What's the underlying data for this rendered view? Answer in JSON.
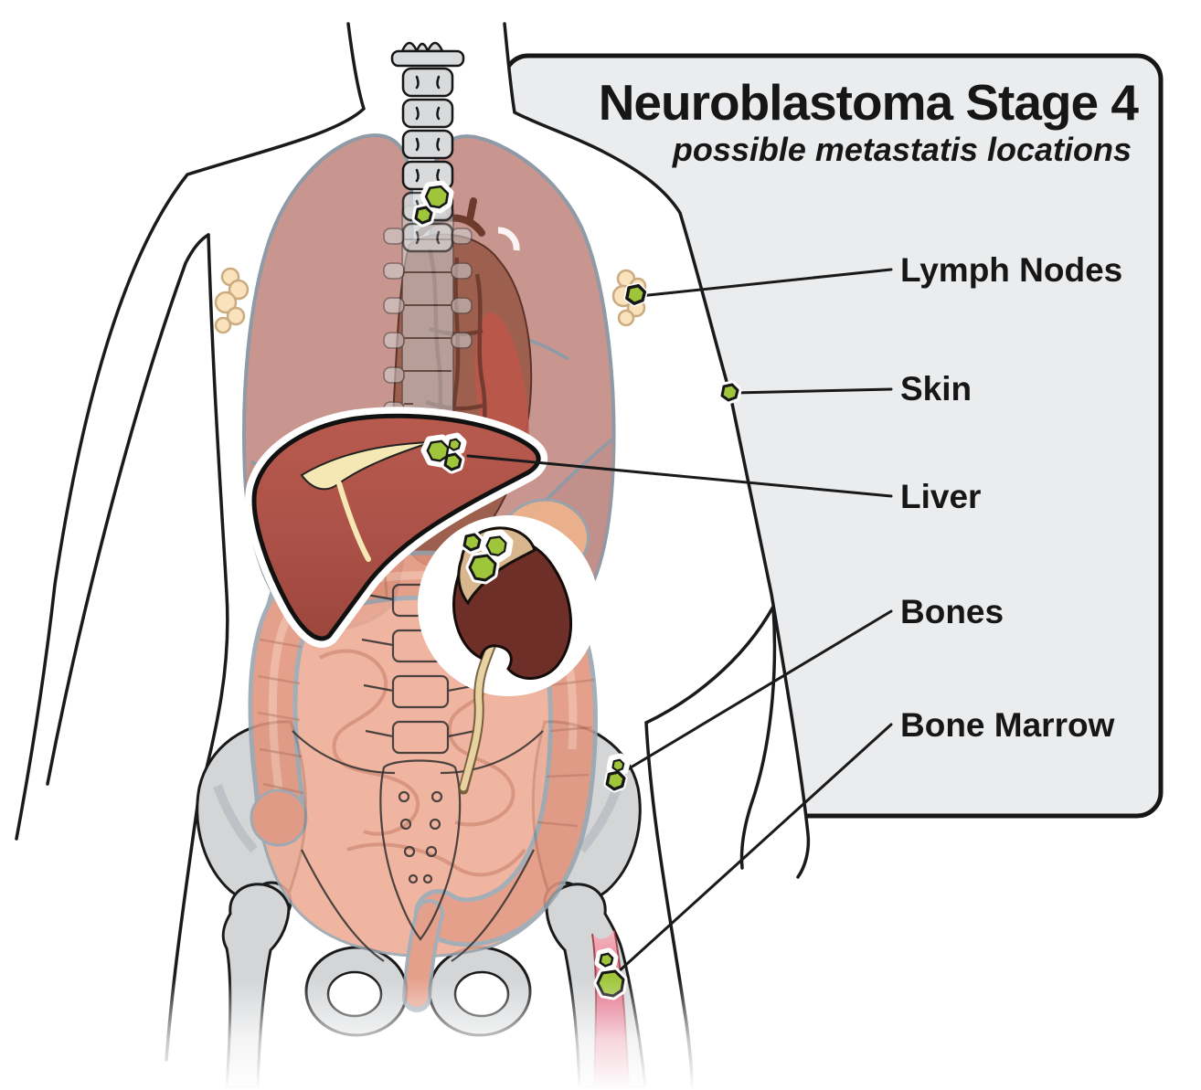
{
  "header": {
    "title": "Neuroblastoma Stage 4",
    "subtitle": "possible metastatis locations"
  },
  "labels": [
    {
      "id": "lymph-nodes",
      "text": "Lymph Nodes"
    },
    {
      "id": "skin",
      "text": "Skin"
    },
    {
      "id": "liver",
      "text": "Liver"
    },
    {
      "id": "bones",
      "text": "Bones"
    },
    {
      "id": "bone-marrow",
      "text": "Bone Marrow"
    }
  ],
  "markers": [
    "tumor-marker-paraspinal-icon",
    "tumor-marker-lymph-node-icon",
    "tumor-marker-skin-icon",
    "tumor-marker-liver-icon",
    "tumor-marker-adrenal-icon",
    "tumor-marker-iliac-bone-icon",
    "tumor-marker-bone-marrow-icon"
  ],
  "colors": {
    "tumor_green": "#9fc63b",
    "panel_bg": "#ebecee",
    "outline": "#1a1a1a",
    "liver": "#b2554a",
    "kidney": "#6e2f28",
    "adrenal_tan": "#d9b78e",
    "marrow_pink": "#d5476b",
    "lymph_node_cream": "#f9e2bc",
    "lung_rose": "#c9968f",
    "bone_gray": "#d3d5d7",
    "intestine_salmon": "#eeab94"
  }
}
